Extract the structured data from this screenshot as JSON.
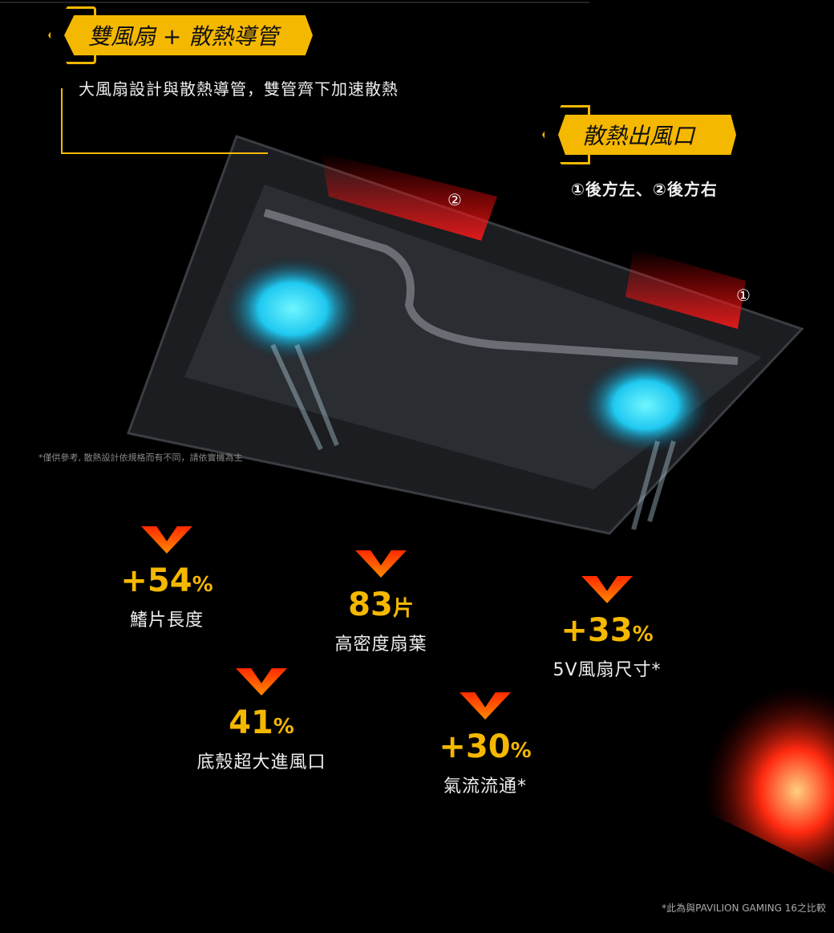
{
  "heading1": "雙風扇 + 散熱導管",
  "subtitle1": "大風扇設計與散熱導管，雙管齊下加速散熱",
  "heading2": "散熱出風口",
  "subtitle2": "①後方左、②後方右",
  "markers": [
    "②",
    "①"
  ],
  "disclaimer": "*僅供參考, 散熱設計依規格而有不同，請依實機為主",
  "stats": [
    {
      "value": "+54",
      "unit": "%",
      "label": "鰭片長度"
    },
    {
      "value": "83",
      "unit": "片",
      "label": "高密度扇葉"
    },
    {
      "value": "+33",
      "unit": "%",
      "label": "5V風扇尺寸*"
    },
    {
      "value": "41",
      "unit": "%",
      "label": "底殼超大進風口"
    },
    {
      "value": "+30",
      "unit": "%",
      "label": "氣流流通*"
    }
  ],
  "footnote": "*此為與PAVILION GAMING 16之比較",
  "colors": {
    "accent": "#f5b800",
    "chevron": "#ff5a00",
    "fan": "#29e0ff"
  }
}
